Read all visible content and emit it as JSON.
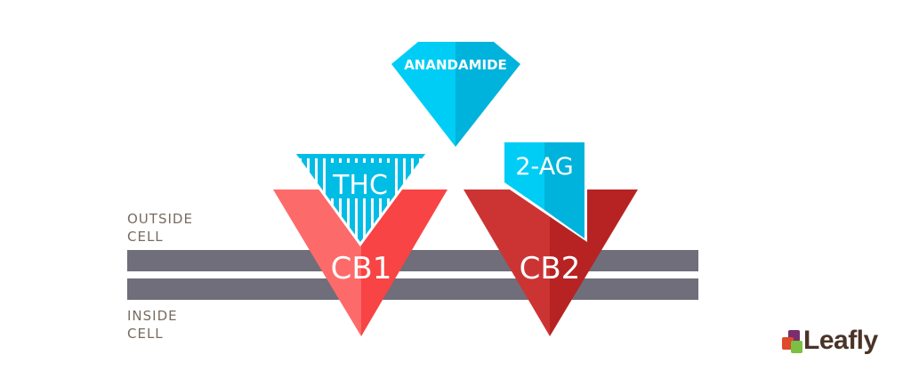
{
  "labels": {
    "outside": "OUTSIDE",
    "outside2": "CELL",
    "inside": "INSIDE",
    "inside2": "CELL"
  },
  "receptors": {
    "cb1": "CB1",
    "cb2": "CB2"
  },
  "ligands": {
    "anandamide": "ANANDAMIDE",
    "thc": "THC",
    "two_ag": "2-AG"
  },
  "logo": {
    "text": "Leafly"
  },
  "colors": {
    "membrane": "#6f6e7a",
    "cb1_light": "#fd6a6a",
    "cb1_dark": "#f84444",
    "cb2_light": "#cc3434",
    "cb2_dark": "#b72323",
    "cyan_light": "#00cdf5",
    "cyan_dark": "#00b3dc"
  }
}
